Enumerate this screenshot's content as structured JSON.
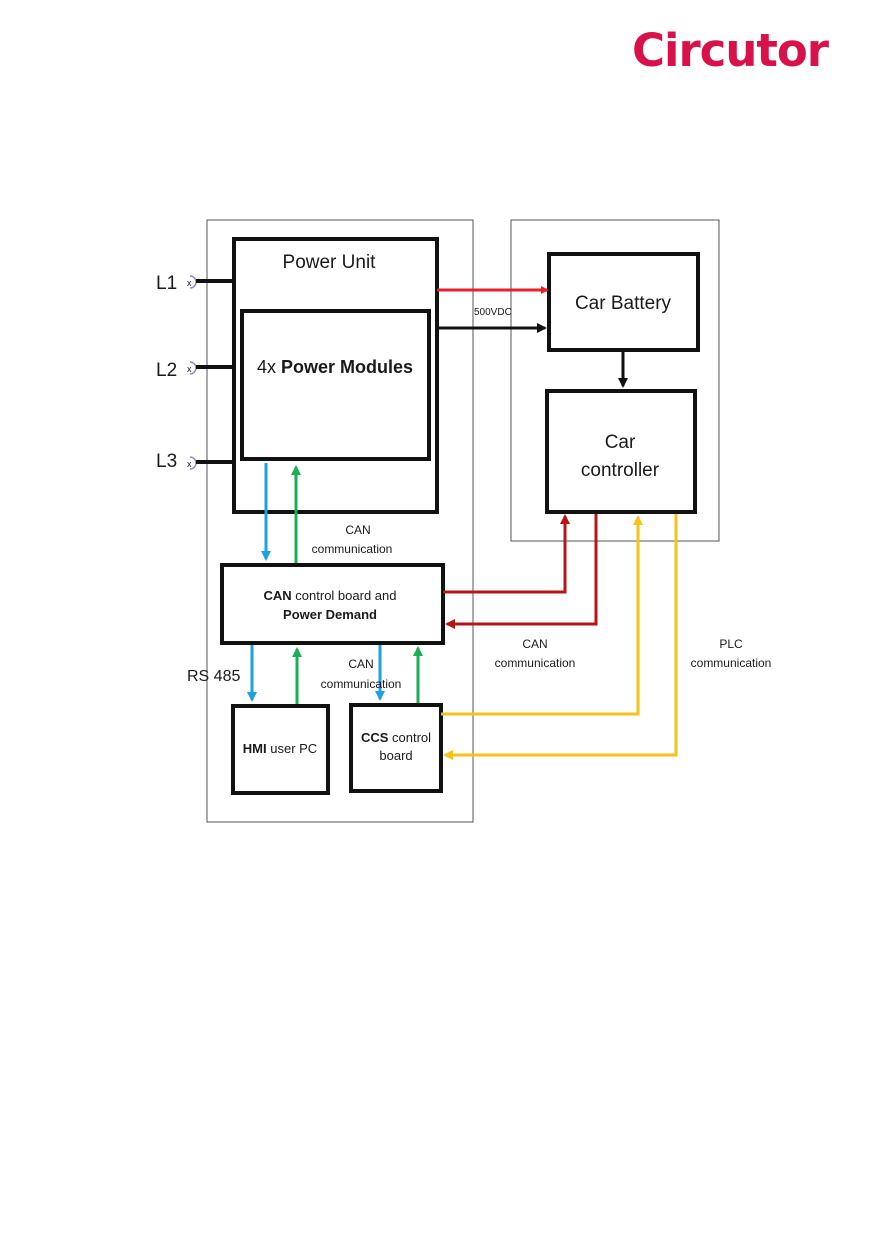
{
  "brand": {
    "name": "Circutor",
    "color": "#d9114b"
  },
  "colors": {
    "dc_power": "#e8202a",
    "can_dark_red": "#b81414",
    "blue": "#1aa3e0",
    "green": "#1aaf55",
    "plc_yellow": "#f6c21b",
    "black": "#111111"
  },
  "inputs": {
    "l1": "L1",
    "l2": "L2",
    "l3": "L3"
  },
  "blocks": {
    "power_unit": "Power Unit",
    "power_modules_prefix": "4x",
    "power_modules_bold": "Power Modules",
    "car_battery": "Car Battery",
    "car_controller_line1": "Car",
    "car_controller_line2": "controller",
    "can_board_bold": "CAN",
    "can_board_rest": " control board and",
    "can_board_line2": "Power Demand",
    "hmi_bold": "HMI",
    "hmi_rest": " user PC",
    "ccs_bold": "CCS",
    "ccs_rest": " control",
    "ccs_line2": "board"
  },
  "labels": {
    "vdc": "500VDC",
    "can_comm_top_1": "CAN",
    "can_comm_top_2": "communication",
    "rs485": "RS 485",
    "can_comm_mid_1": "CAN",
    "can_comm_mid_2": "communication",
    "can_comm_right_1": "CAN",
    "can_comm_right_2": "communication",
    "plc_comm_1": "PLC",
    "plc_comm_2": "communication"
  }
}
